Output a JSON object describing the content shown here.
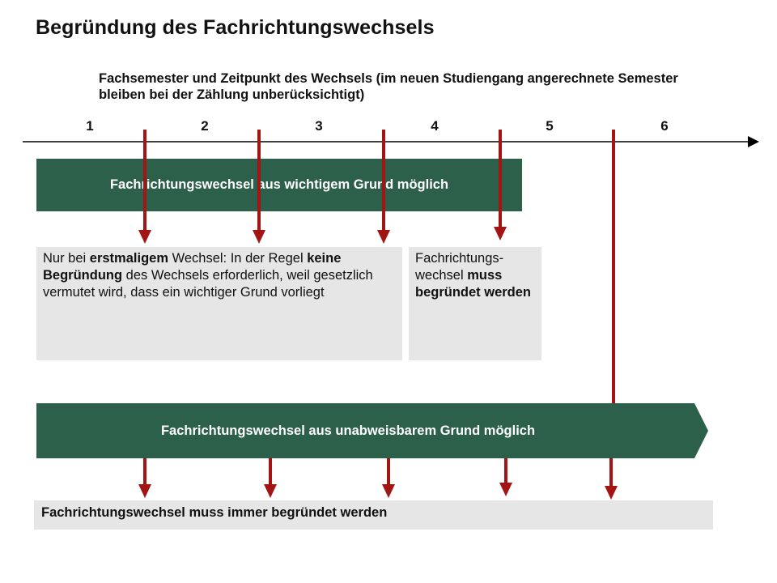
{
  "title": "Begründung des Fachrichtungswechsels",
  "subtitle": "Fachsemester und Zeitpunkt des Wechsels (im neuen Studiengang angerechnete Semester bleiben bei der Zählung unberücksichtigt)",
  "axis": {
    "ticks": [
      "1",
      "2",
      "3",
      "4",
      "5",
      "6"
    ]
  },
  "bars": {
    "important_reason": "Fachrichtungswechsel aus wichtigem Grund möglich",
    "compelling_reason": "Fachrichtungswechsel aus unabweisbarem Grund möglich"
  },
  "boxes": {
    "first_change": {
      "t1": "Nur bei ",
      "b1": "erstmaligem",
      "t2": " Wechsel: In der Regel ",
      "b2": "keine Begründung",
      "t3": " des Wechsels erforderlich, weil gesetzlich vermutet wird, dass ein wichtiger Grund vorliegt"
    },
    "must_justify": {
      "t1": "Fachrichtungs-wechsel ",
      "b1": "muss begründet werden"
    },
    "always_justify": "Fachrichtungswechsel muss immer begründet werden"
  },
  "colors": {
    "green": "#2c604a",
    "arrow": "#a31515",
    "box": "#e6e6e6"
  }
}
